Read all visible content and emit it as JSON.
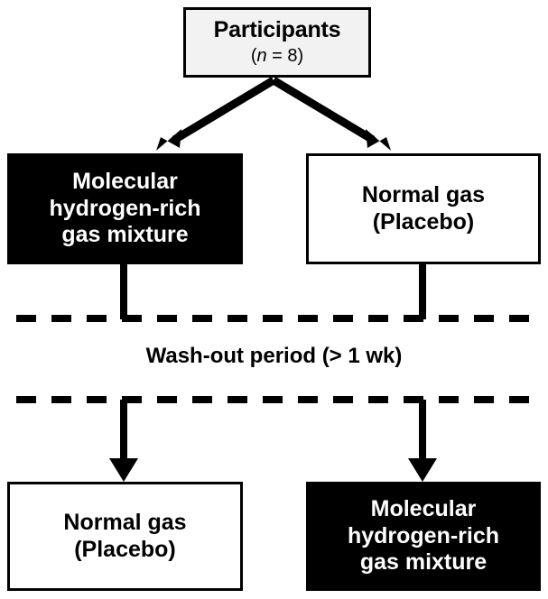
{
  "diagram": {
    "type": "crossover-trial-flowchart",
    "colors": {
      "treatment_box_fill": "#000000",
      "treatment_box_text": "#ffffff",
      "placebo_box_fill": "#ffffff",
      "placebo_box_text": "#000000",
      "participants_box_fill": "#f2f2f2",
      "stroke": "#000000",
      "page_background": "#ffffff"
    },
    "participants": {
      "title": "Participants",
      "n_prefix": "(",
      "n_symbol": "n",
      "n_value": " = 8)"
    },
    "period_one": {
      "treatment": {
        "line1": "Molecular",
        "line2": "hydrogen-rich",
        "line3": "gas mixture"
      },
      "placebo": {
        "line1": "Normal gas",
        "line2": "(Placebo)"
      }
    },
    "washout": {
      "label": "Wash-out period (> 1 wk)"
    },
    "period_two": {
      "placebo": {
        "line1": "Normal gas",
        "line2": "(Placebo)"
      },
      "treatment": {
        "line1": "Molecular",
        "line2": "hydrogen-rich",
        "line3": "gas mixture"
      }
    }
  }
}
